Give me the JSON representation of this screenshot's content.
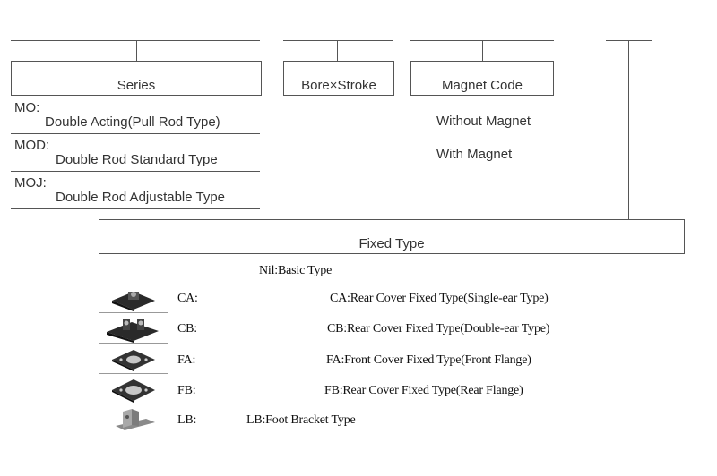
{
  "series": {
    "header": "Series",
    "items": [
      {
        "code": "MO:",
        "desc": "Double Acting(Pull Rod Type)"
      },
      {
        "code": "MOD:",
        "desc": "Double Rod Standard Type"
      },
      {
        "code": "MOJ:",
        "desc": "Double Rod Adjustable Type"
      }
    ]
  },
  "bore": {
    "header": "Bore×Stroke"
  },
  "magnet": {
    "header": "Magnet Code",
    "items": [
      "Without Magnet",
      "With Magnet"
    ]
  },
  "fixed": {
    "header": "Fixed Type",
    "nil": "Nil:Basic Type",
    "items": [
      {
        "code": "CA:",
        "desc": "CA:Rear Cover Fixed Type(Single-ear Type)",
        "icon": "single-ear-mount-icon"
      },
      {
        "code": "CB:",
        "desc": "CB:Rear Cover Fixed Type(Double-ear Type)",
        "icon": "double-ear-mount-icon"
      },
      {
        "code": "FA:",
        "desc": "FA:Front Cover Fixed Type(Front Flange)",
        "icon": "front-flange-icon"
      },
      {
        "code": "FB:",
        "desc": "FB:Rear Cover Fixed Type(Rear Flange)",
        "icon": "rear-flange-icon"
      },
      {
        "code": "LB:",
        "desc": "LB:Foot Bracket Type",
        "icon": "foot-bracket-icon"
      }
    ]
  }
}
